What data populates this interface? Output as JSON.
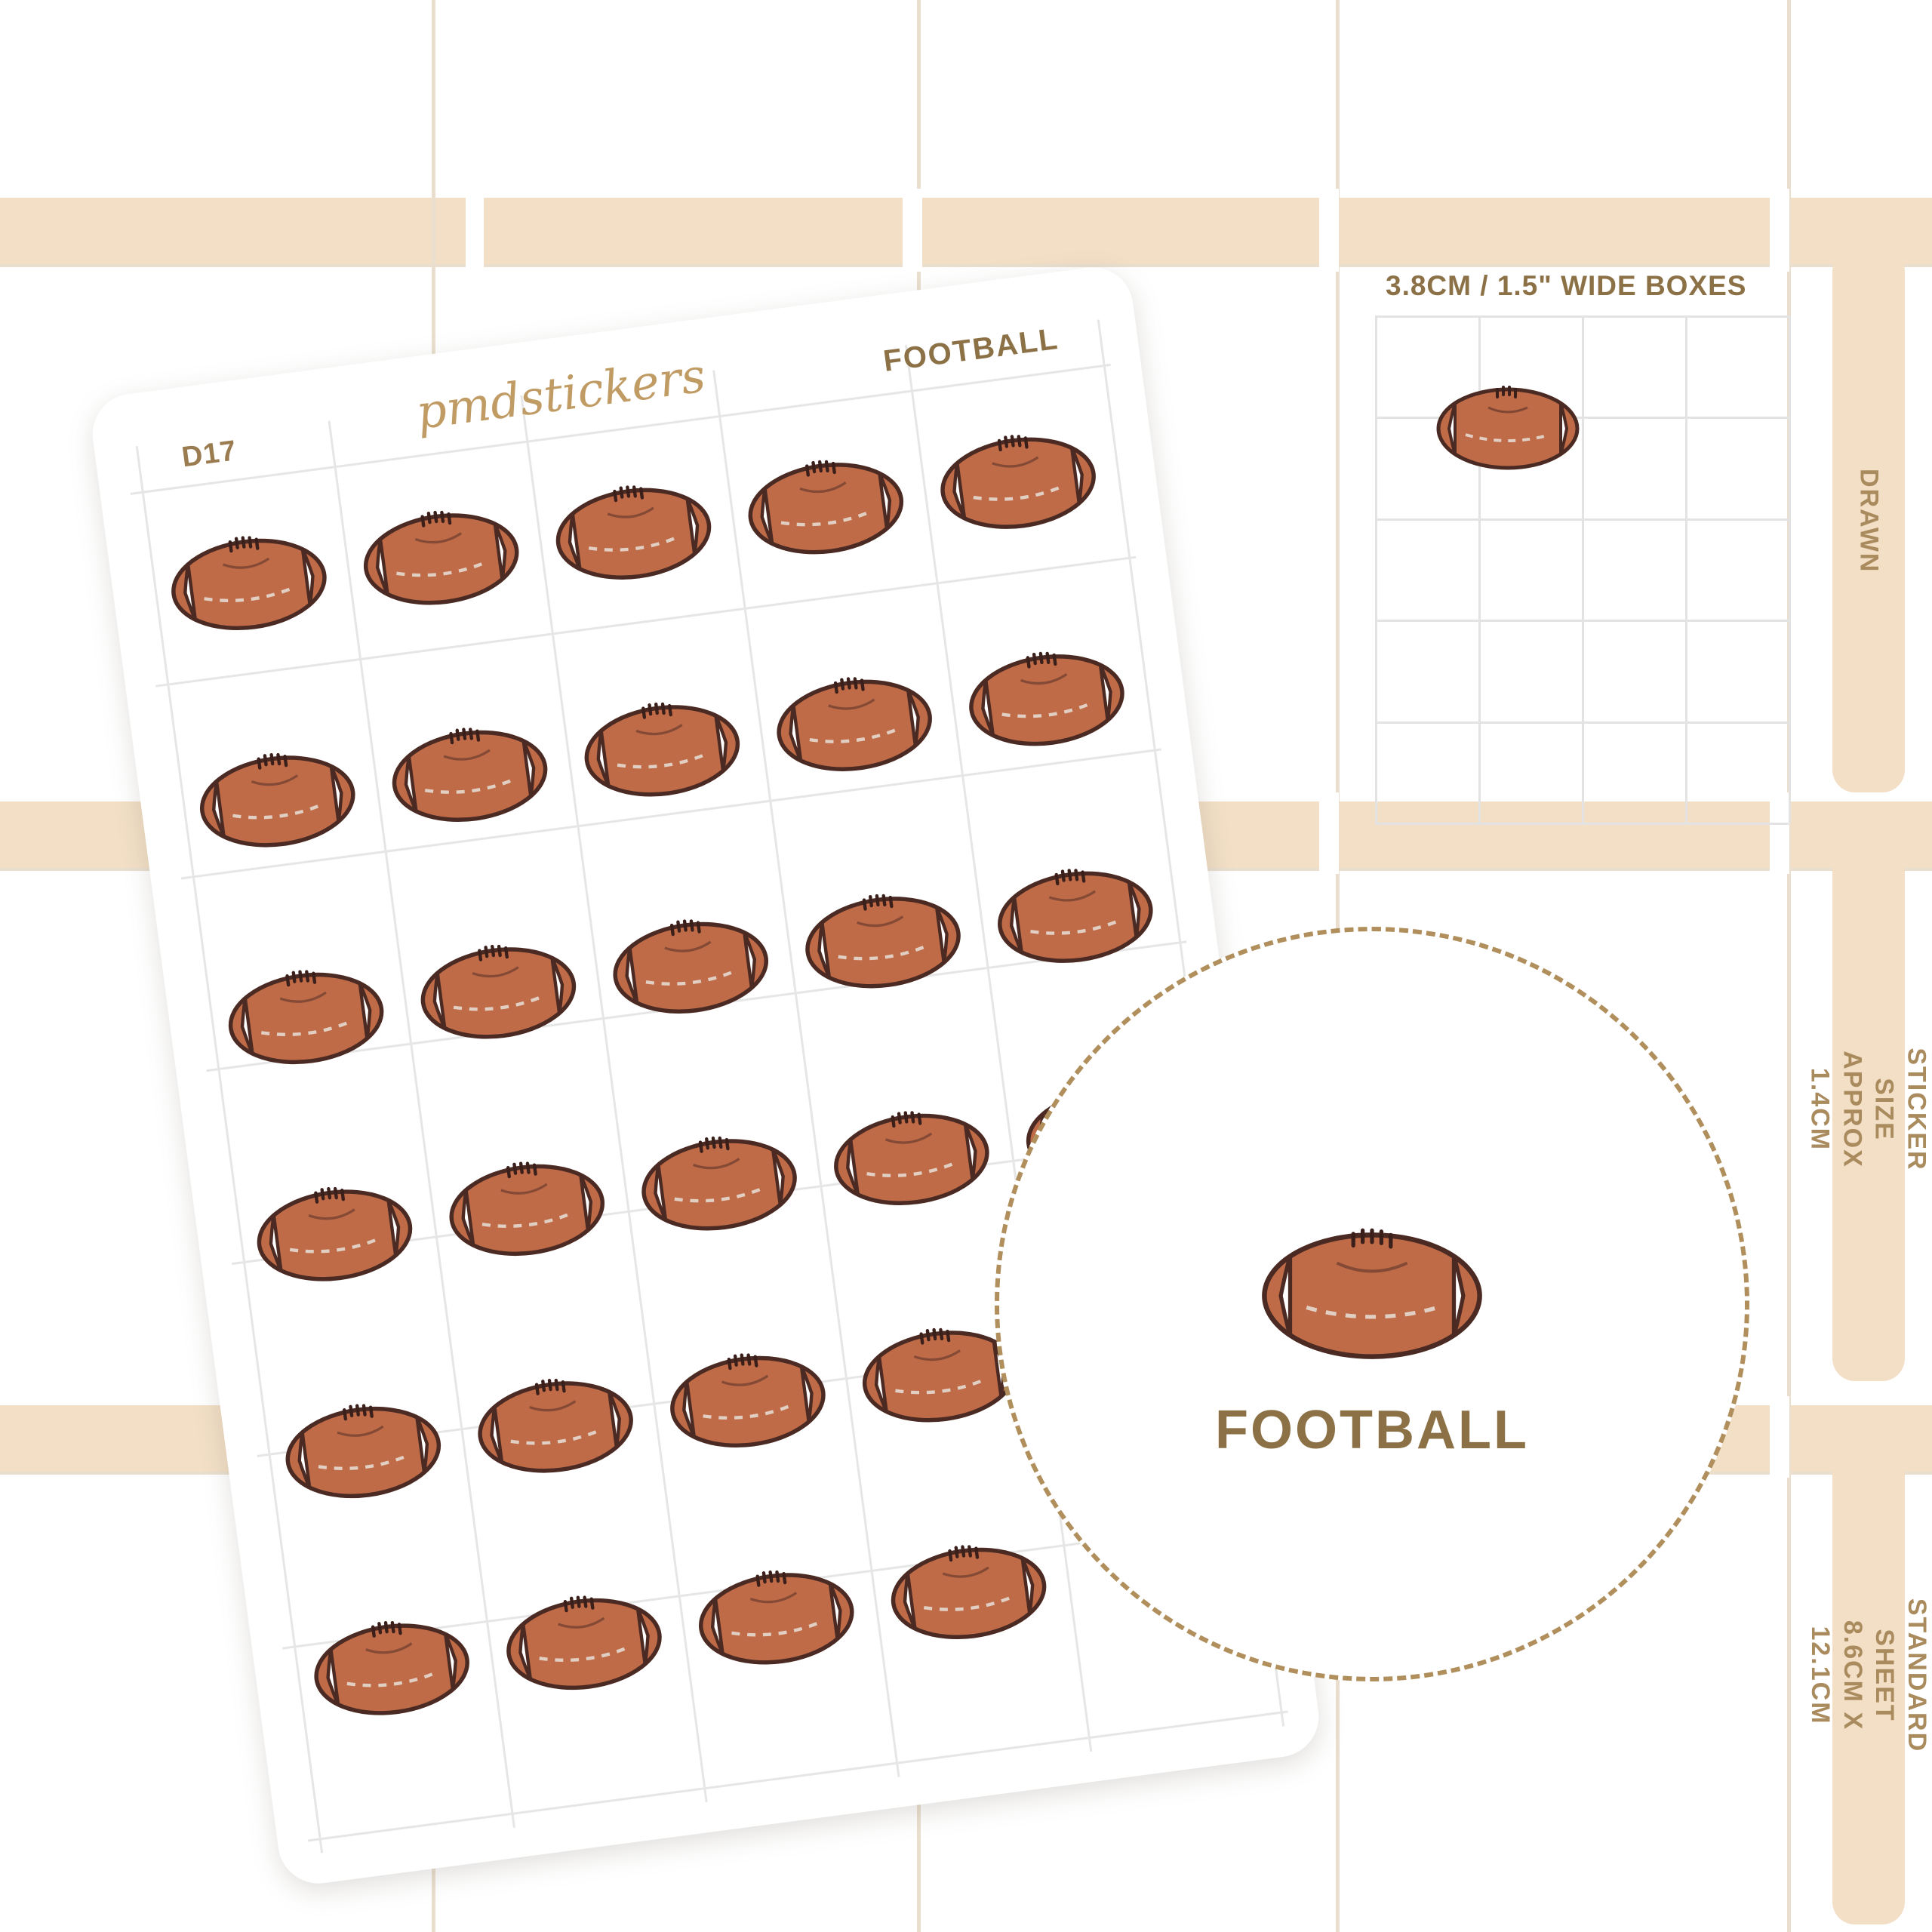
{
  "sheet": {
    "code": "D17",
    "brand": "pmdstickers",
    "theme": "FOOTBALL",
    "rows": 6,
    "columns": 5,
    "sticker_count": 29,
    "sticker_icon": "football-icon"
  },
  "boxes_panel": {
    "title": "3.8CM / 1.5\" WIDE BOXES",
    "sample_icon": "football-icon"
  },
  "zoom_bubble": {
    "label": "FOOTBALL",
    "icon": "football-icon"
  },
  "side_tabs": [
    {
      "name": "drawn",
      "label": "DRAWN"
    },
    {
      "name": "sticker-size",
      "label": "STICKER SIZE\nAPPROX 1.4CM"
    },
    {
      "name": "standard-sheet",
      "label": "STANDARD SHEET\n8.6CM X 12.1CM"
    }
  ],
  "colors": {
    "background": "#ffffff",
    "planner_band": "#f2dfc6",
    "planner_line": "#eadfcf",
    "text_brown": "#8c7146",
    "script_brown": "#c09b64",
    "ball_leather": "#bf6b47",
    "ball_outline": "#4a2a23",
    "ball_stripe": "#ffffff",
    "grid_line": "#e6e6e6"
  }
}
